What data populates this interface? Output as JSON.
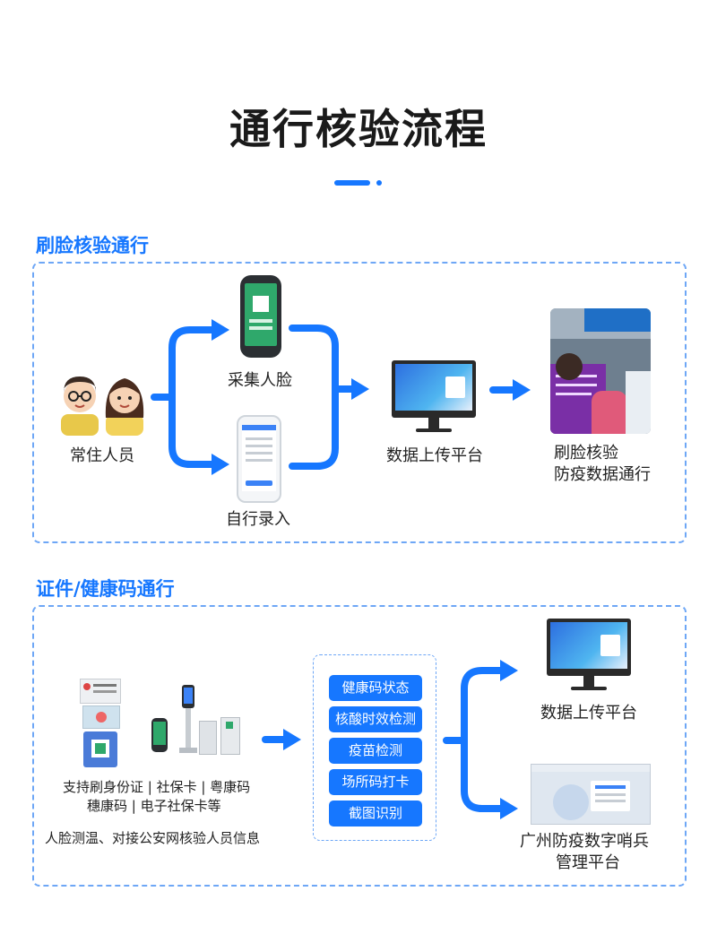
{
  "title": "通行核验流程",
  "section1": {
    "title": "刷脸核验通行",
    "residents": "常住人员",
    "collect": "采集人脸",
    "self_entry": "自行录入",
    "upload": "数据上传平台",
    "result_line1": "刷脸核验",
    "result_line2": "防疫数据通行"
  },
  "section2": {
    "title": "证件/健康码通行",
    "support_line1": "支持刷身份证 | 社保卡 | 粤康码",
    "support_line2": "穗康码 | 电子社保卡等",
    "face_temp": "人脸测温、对接公安网核验人员信息",
    "checks": [
      "健康码状态",
      "核酸时效检测",
      "疫苗检测",
      "场所码打卡",
      "截图识别"
    ],
    "upload": "数据上传平台",
    "platform_line1": "广州防疫数字哨兵",
    "platform_line2": "管理平台"
  },
  "colors": {
    "accent": "#1677ff",
    "dashed_border": "#6ea7f6"
  }
}
